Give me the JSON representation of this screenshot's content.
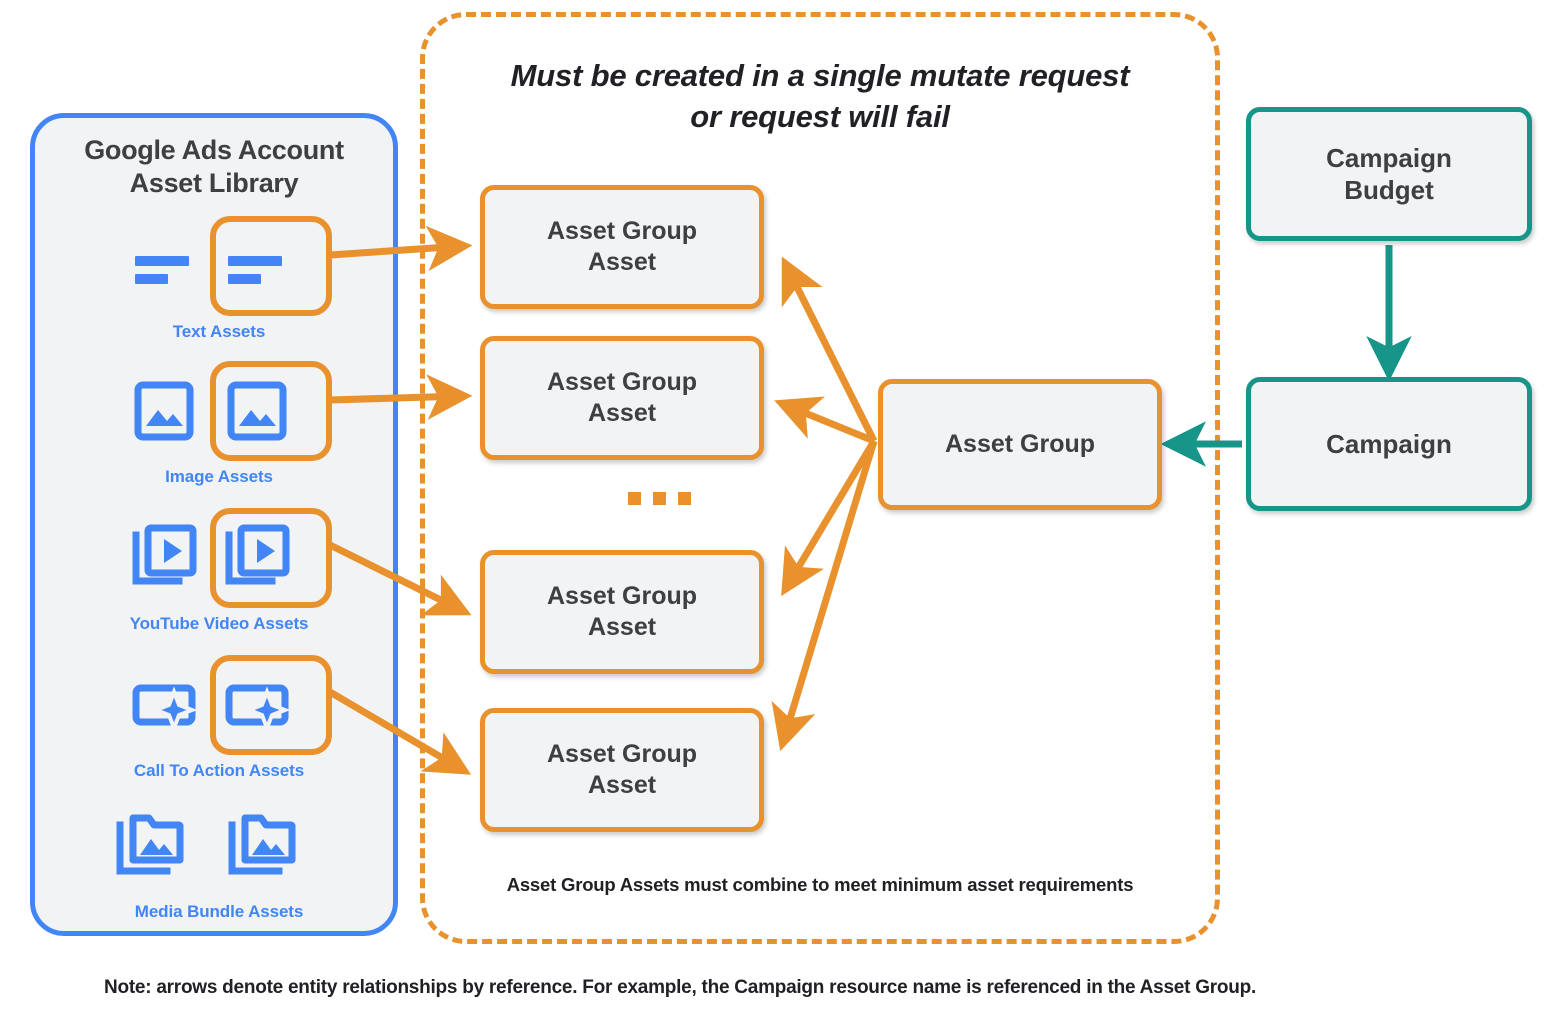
{
  "diagram": {
    "title": "Google Ads Performance Max asset group structure",
    "colors": {
      "orange": "#e8912d",
      "blue": "#4285f4",
      "teal": "#179588",
      "node_fill": "#f1f3f4",
      "text_dark": "#3c4043"
    }
  },
  "asset_library": {
    "title_line1": "Google Ads Account",
    "title_line2": "Asset Library",
    "rows": [
      {
        "caption": "Text Assets",
        "icon": "text-lines-icon",
        "highlighted": true
      },
      {
        "caption": "Image Assets",
        "icon": "image-frame-icon",
        "highlighted": true
      },
      {
        "caption": "YouTube Video  Assets",
        "icon": "video-play-stack-icon",
        "highlighted": true
      },
      {
        "caption": "Call To Action Assets",
        "icon": "cta-sparkle-icon",
        "highlighted": true
      },
      {
        "caption": "Media Bundle  Assets",
        "icon": "media-bundle-folder-icon",
        "highlighted": false
      }
    ]
  },
  "mutate_container": {
    "title_line1": "Must be created in a single mutate request",
    "title_line2": "or request will fail",
    "footnote": "Asset Group Assets must combine to meet minimum asset requirements",
    "ellipsis": "..."
  },
  "nodes": {
    "asset_group_assets": [
      {
        "line1": "Asset Group",
        "line2": "Asset"
      },
      {
        "line1": "Asset Group",
        "line2": "Asset"
      },
      {
        "line1": "Asset Group",
        "line2": "Asset"
      },
      {
        "line1": "Asset Group",
        "line2": "Asset"
      }
    ],
    "asset_group": "Asset Group",
    "campaign_budget_line1": "Campaign",
    "campaign_budget_line2": "Budget",
    "campaign": "Campaign"
  },
  "footer": {
    "note": "Note: arrows denote entity relationships by reference. For example, the Campaign resource name is referenced in the Asset Group."
  }
}
